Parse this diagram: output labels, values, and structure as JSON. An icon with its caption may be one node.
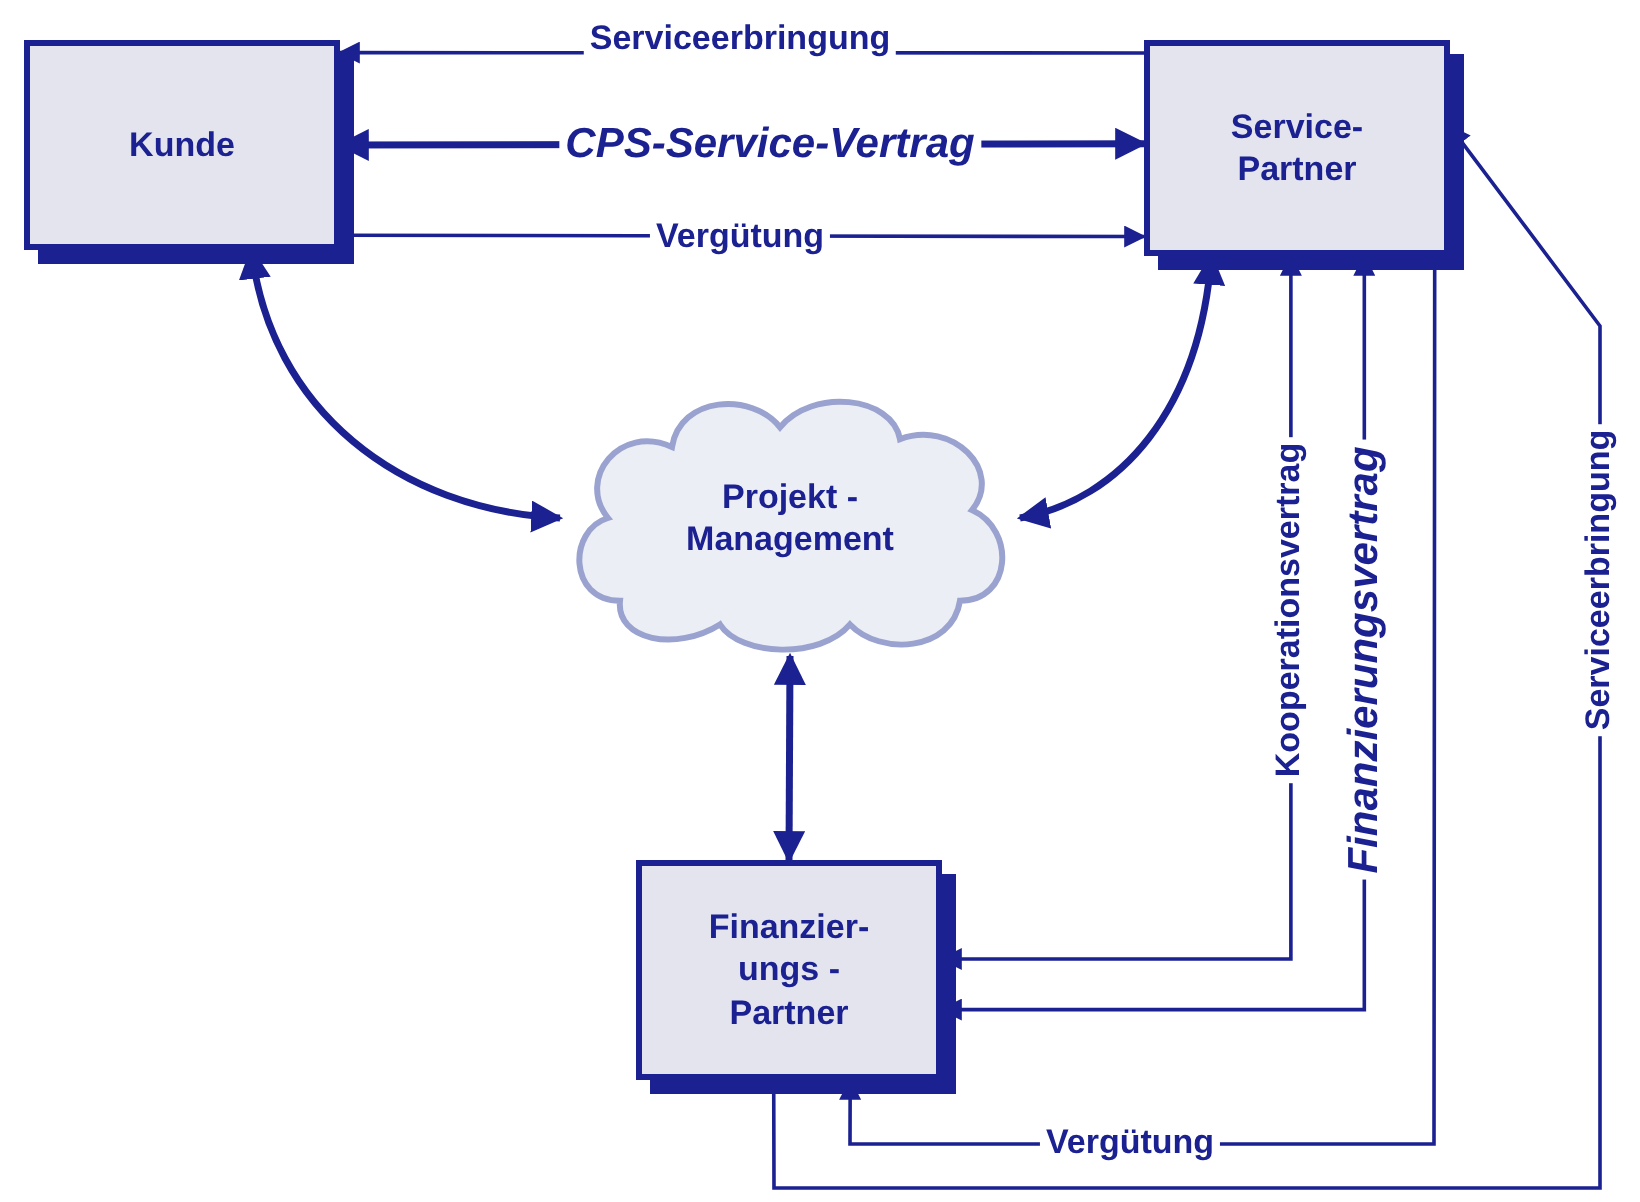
{
  "diagram": {
    "nodes": [
      {
        "text": [
          "Kunde"
        ]
      },
      {
        "text": [
          "Service- Partner"
        ]
      },
      {
        "text": [
          "Projekt - Management"
        ]
      },
      {
        "text": [
          "Finanzier- ungs - Partner"
        ]
      }
    ],
    "edges": [
      {
        "from": 1,
        "to": 0,
        "arrow": "to",
        "label": "Serviceerbringung"
      },
      {
        "from": 0,
        "to": 1,
        "arrow": "both",
        "label": "CPS-Service-Vertrag",
        "style": "thick"
      },
      {
        "from": 0,
        "to": 1,
        "arrow": "to",
        "label": "Vergütung"
      },
      {
        "from": 0,
        "to": 2,
        "arrow": "both",
        "style": "thick"
      },
      {
        "from": 1,
        "to": 2,
        "arrow": "both",
        "style": "thick"
      },
      {
        "from": 2,
        "to": 3,
        "arrow": "both",
        "style": "thick"
      },
      {
        "from": 1,
        "to": 3,
        "arrow": "both",
        "label": "Kooperationsvertrag"
      },
      {
        "from": 1,
        "to": 3,
        "arrow": "both",
        "label": "Finanzierungsvertrag"
      },
      {
        "from": 1,
        "to": 3,
        "arrow": "to",
        "label": "Vergütung"
      },
      {
        "from": 3,
        "to": 1,
        "arrow": "to",
        "label": "Serviceerbringung"
      }
    ]
  }
}
